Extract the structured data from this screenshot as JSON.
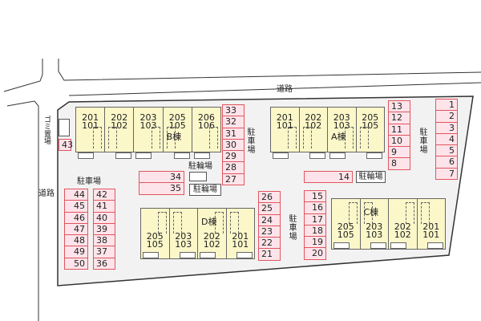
{
  "roads": {
    "top": "道路",
    "left": "道路"
  },
  "trash": "ゴミ置場",
  "parking_label": "駐車場",
  "bike_label": "駐輪場",
  "buildings": {
    "B": {
      "name": "B棟",
      "units": [
        [
          "201",
          "101"
        ],
        [
          "202",
          "102"
        ],
        [
          "203",
          "103"
        ],
        [
          "205",
          "105"
        ],
        [
          "206",
          "106"
        ]
      ]
    },
    "A": {
      "name": "A棟",
      "units": [
        [
          "201",
          "101"
        ],
        [
          "202",
          "102"
        ],
        [
          "203",
          "103"
        ],
        [
          "205",
          "105"
        ]
      ]
    },
    "D": {
      "name": "D棟",
      "units": [
        [
          "205",
          "105"
        ],
        [
          "203",
          "103"
        ],
        [
          "202",
          "102"
        ],
        [
          "201",
          "101"
        ]
      ]
    },
    "C": {
      "name": "C棟",
      "units": [
        [
          "205",
          "105"
        ],
        [
          "203",
          "103"
        ],
        [
          "202",
          "102"
        ],
        [
          "201",
          "101"
        ]
      ]
    }
  },
  "spaces": {
    "c27": [
      "33",
      "32",
      "31",
      "30",
      "29",
      "28",
      "27"
    ],
    "c1": [
      "1",
      "2",
      "3",
      "4",
      "5",
      "6",
      "7"
    ],
    "c8": [
      "13",
      "12",
      "11",
      "10",
      "9",
      "8"
    ],
    "c14": [
      "14"
    ],
    "c34": [
      "34",
      "35"
    ],
    "c43": [
      "43"
    ],
    "c44": [
      "44",
      "45",
      "46",
      "47",
      "48",
      "49",
      "50"
    ],
    "c42": [
      "42",
      "41",
      "40",
      "39",
      "38",
      "37",
      "36"
    ],
    "c21": [
      "26",
      "25",
      "24",
      "23",
      "22",
      "21"
    ],
    "c15": [
      "15",
      "16",
      "17",
      "18",
      "19",
      "20"
    ]
  }
}
